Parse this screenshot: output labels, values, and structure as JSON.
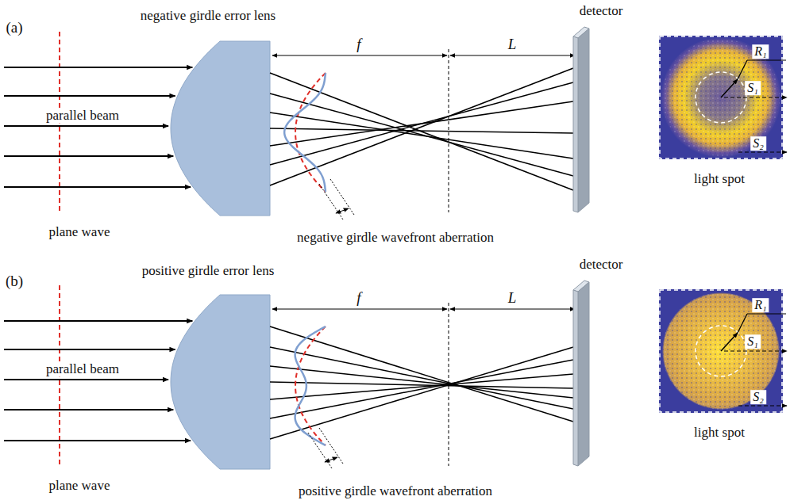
{
  "diagram": {
    "labels": [
      "(a)",
      "negative girdle error lens",
      "detector",
      "f",
      "L",
      "parallel beam",
      "plane wave",
      "negative girdle wavefront aberration",
      "R₁",
      "S₁",
      "S₂",
      "light spot",
      "(b)",
      "positive girdle error lens",
      "detector",
      "f",
      "L",
      "parallel beam",
      "plane wave",
      "positive girdle wavefront aberration",
      "R₁",
      "S₁",
      "S₂",
      "light spot"
    ]
  }
}
